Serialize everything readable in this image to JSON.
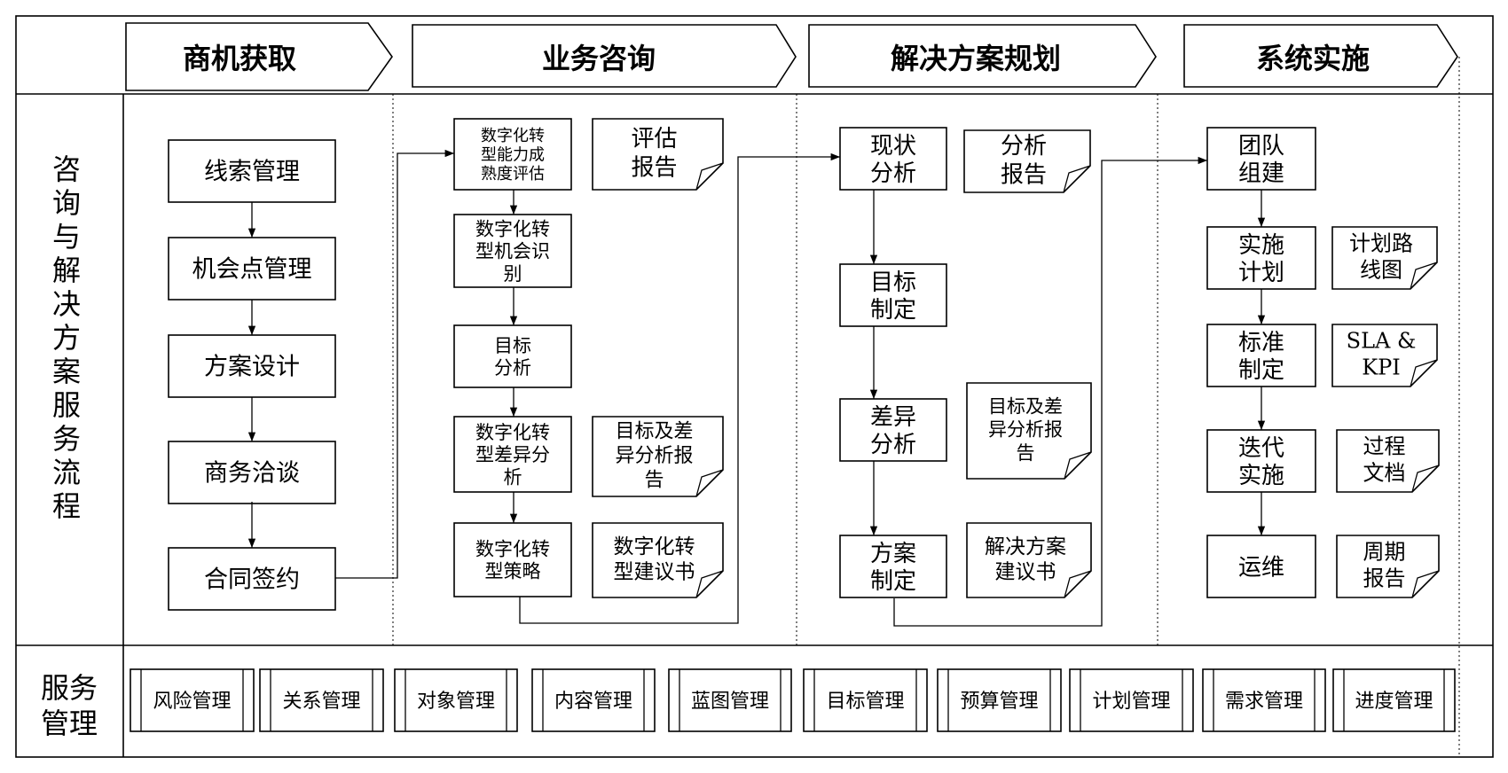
{
  "phases": [
    "商机获取",
    "业务咨询",
    "解决方案规划",
    "系统实施"
  ],
  "row_labels": {
    "main": [
      "咨",
      "询",
      "与",
      "解",
      "决",
      "方",
      "案",
      "服",
      "务",
      "流",
      "程"
    ],
    "service": [
      "服务",
      "管理"
    ]
  },
  "col1": {
    "steps": [
      [
        "线索管理"
      ],
      [
        "机会点管理"
      ],
      [
        "方案设计"
      ],
      [
        "商务洽谈"
      ],
      [
        "合同签约"
      ]
    ]
  },
  "col2": {
    "steps": [
      [
        "数字化转",
        "型能力成",
        "熟度评估"
      ],
      [
        "数字化转",
        "型机会识",
        "别"
      ],
      [
        "目标",
        "分析"
      ],
      [
        "数字化转",
        "型差异分",
        "析"
      ],
      [
        "数字化转",
        "型策略"
      ]
    ],
    "docs": [
      [
        "评估",
        "报告"
      ],
      [
        "目标及差",
        "异分析报",
        "告"
      ],
      [
        "数字化转",
        "型建议书"
      ]
    ]
  },
  "col3": {
    "steps": [
      [
        "现状",
        "分析"
      ],
      [
        "目标",
        "制定"
      ],
      [
        "差异",
        "分析"
      ],
      [
        "方案",
        "制定"
      ]
    ],
    "docs": [
      [
        "分析",
        "报告"
      ],
      [
        "目标及差",
        "异分析报",
        "告"
      ],
      [
        "解决方案",
        "建议书"
      ]
    ]
  },
  "col4": {
    "steps": [
      [
        "团队",
        "组建"
      ],
      [
        "实施",
        "计划"
      ],
      [
        "标准",
        "制定"
      ],
      [
        "迭代",
        "实施"
      ],
      [
        "运维"
      ]
    ],
    "docs": [
      [
        "计划路",
        "线图"
      ],
      [
        "SLA &",
        "KPI"
      ],
      [
        "过程",
        "文档"
      ],
      [
        "周期",
        "报告"
      ]
    ]
  },
  "services": [
    "风险管理",
    "关系管理",
    "对象管理",
    "内容管理",
    "蓝图管理",
    "目标管理",
    "预算管理",
    "计划管理",
    "需求管理",
    "进度管理"
  ]
}
